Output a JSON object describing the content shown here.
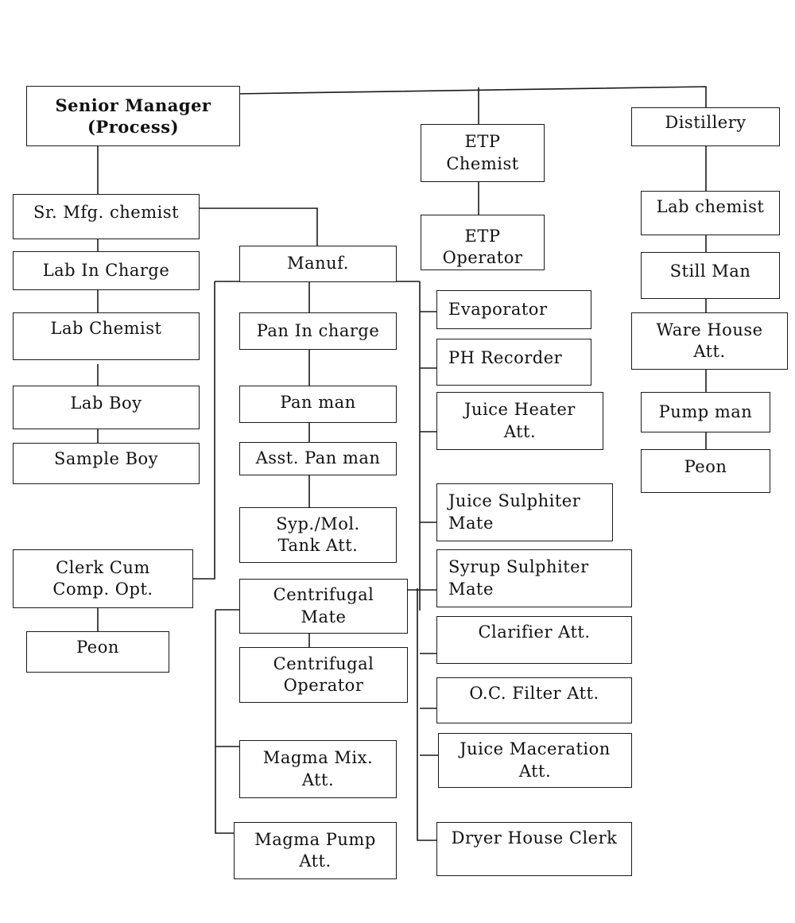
{
  "boxes": {
    "senior_manager": "Senior Manager\n(Process)",
    "etp_chemist": "ETP\nChemist",
    "etp_operator": "ETP\nOperator",
    "distillery": "Distillery",
    "sr_mfg_chemist": "Sr. Mfg. chemist",
    "lab_in_charge": "Lab In Charge",
    "lab_chemist_left": "Lab Chemist",
    "lab_boy": "Lab Boy",
    "sample_boy": "Sample Boy",
    "clerk_cum_comp_opt": "Clerk Cum\nComp. Opt.",
    "peon_left": "Peon",
    "manuf": "Manuf.",
    "pan_in_charge": "Pan In charge",
    "pan_man": "Pan man",
    "asst_pan_man": "Asst. Pan man",
    "syp_mol_tank_att": "Syp./Mol.\nTank Att.",
    "centrifugal_mate": "Centrifugal\nMate",
    "centrifugal_operator": "Centrifugal\nOperator",
    "magma_mix_att": "Magma Mix.\nAtt.",
    "magma_pump_att": "Magma Pump\nAtt.",
    "evaporator": "Evaporator",
    "ph_recorder": "PH Recorder",
    "juice_heater_att": "Juice Heater\nAtt.",
    "juice_sulphiter_mate": "Juice Sulphiter\nMate",
    "syrup_sulphiter_mate": "Syrup Sulphiter\nMate",
    "clarifier_att": "Clarifier Att.",
    "oc_filter_att": "O.C. Filter Att.",
    "juice_maceration_att": "Juice Maceration\nAtt.",
    "dryer_house_clerk": "Dryer House Clerk",
    "lab_chemist_right": "Lab chemist",
    "still_man": "Still Man",
    "ware_house_att": "Ware House\nAtt.",
    "pump_man": "Pump man",
    "peon_right": "Peon"
  }
}
